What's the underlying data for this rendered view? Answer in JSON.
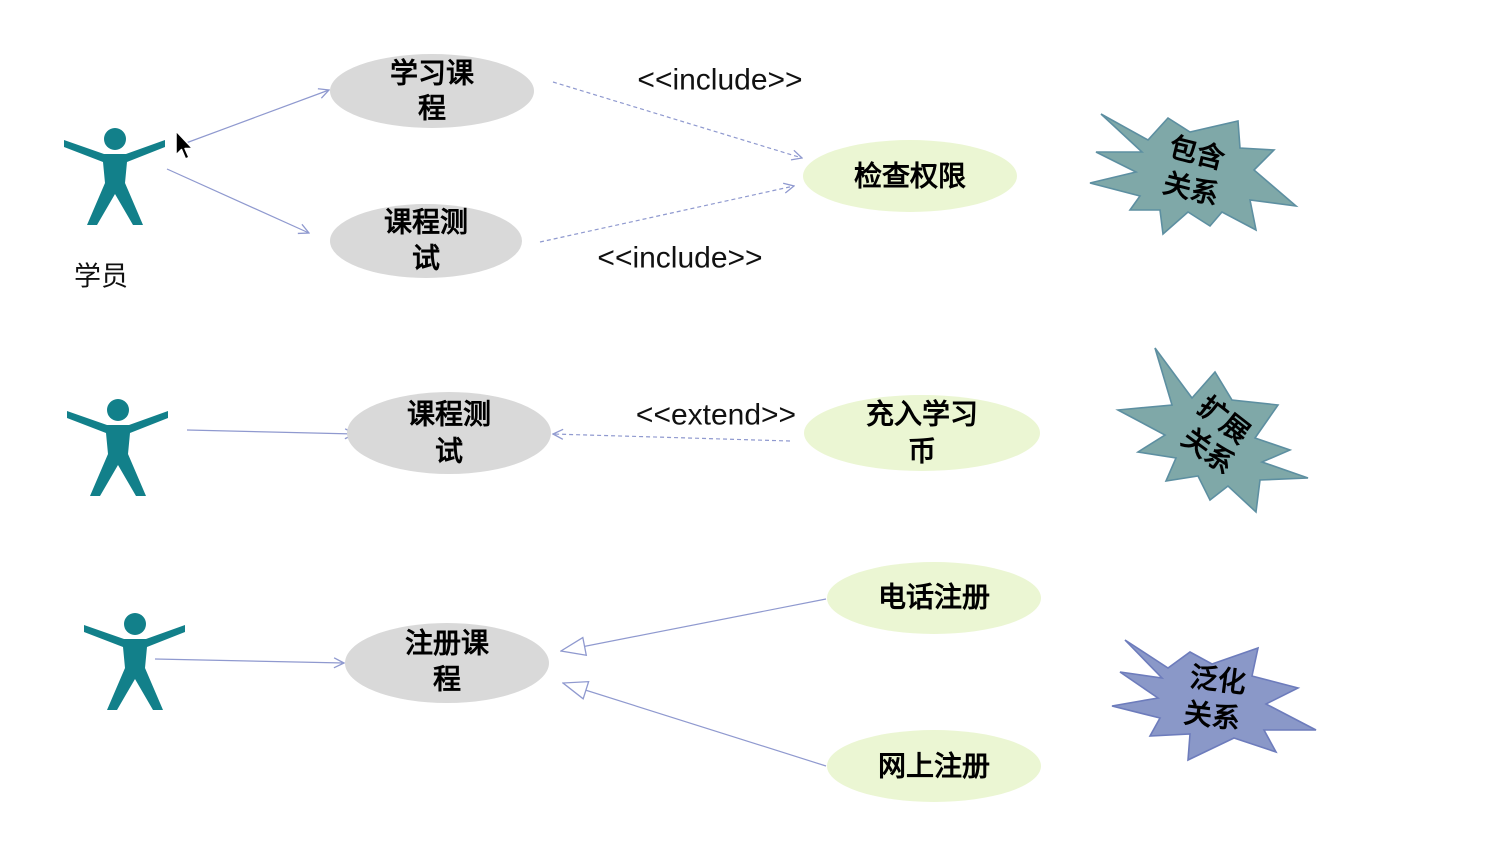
{
  "colors": {
    "actor": "#12808a",
    "base_use_case": "#d9d9d9",
    "related_use_case": "#ebf6d3",
    "connector": "#8f99cf",
    "include_burst": "#7fa8a8",
    "extend_burst": "#7fa8a8",
    "generalization_burst": "#8a98c8"
  },
  "include_section": {
    "actor_label": "学员",
    "use_cases": [
      {
        "lines": [
          "学习课",
          "程"
        ]
      },
      {
        "lines": [
          "课程测",
          "试"
        ]
      }
    ],
    "included_use_case": {
      "lines": [
        "检查权限"
      ]
    },
    "stereotypes": [
      "<<include>>",
      "<<include>>"
    ],
    "burst_label": [
      "包含",
      "关系"
    ]
  },
  "extend_section": {
    "base_use_case": {
      "lines": [
        "课程测",
        "试"
      ]
    },
    "extension_use_case": {
      "lines": [
        "充入学习",
        "币"
      ]
    },
    "stereotype": "<<extend>>",
    "burst_label": [
      "扩展",
      "关系"
    ]
  },
  "generalization_section": {
    "parent_use_case": {
      "lines": [
        "注册课",
        "程"
      ]
    },
    "child_use_cases": [
      {
        "lines": [
          "电话注册"
        ]
      },
      {
        "lines": [
          "网上注册"
        ]
      }
    ],
    "burst_label": [
      "泛化",
      "关系"
    ]
  },
  "cursor": {
    "icon": "mouse-pointer-icon"
  }
}
